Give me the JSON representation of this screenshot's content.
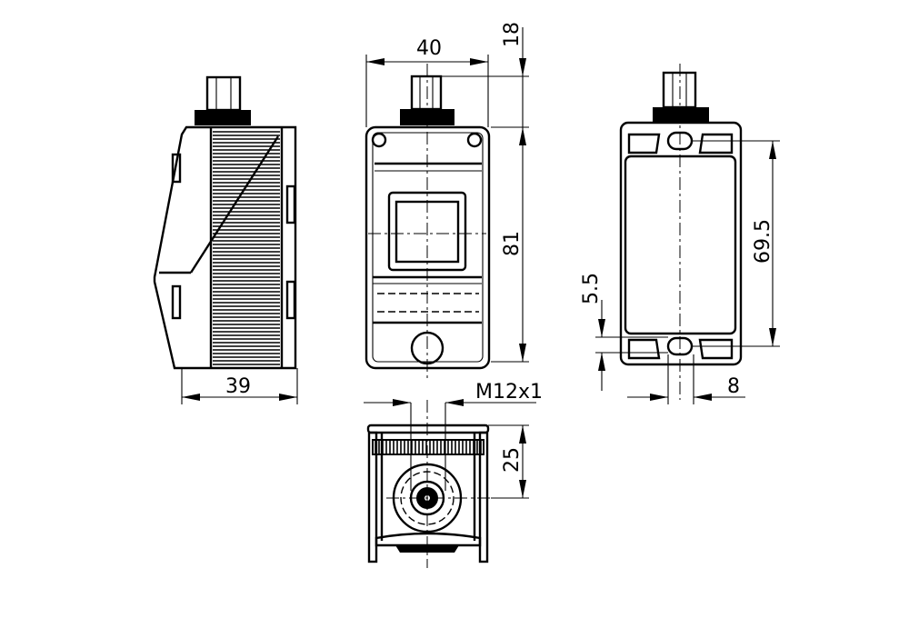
{
  "dimensions": {
    "width_front": "40",
    "connector_height": "18",
    "height_front": "81",
    "depth_side": "39",
    "mounting_hole_distance": "69.5",
    "slot_width": "5.5",
    "slot_offset": "8",
    "thread": "M12x1",
    "connector_offset": "25"
  }
}
